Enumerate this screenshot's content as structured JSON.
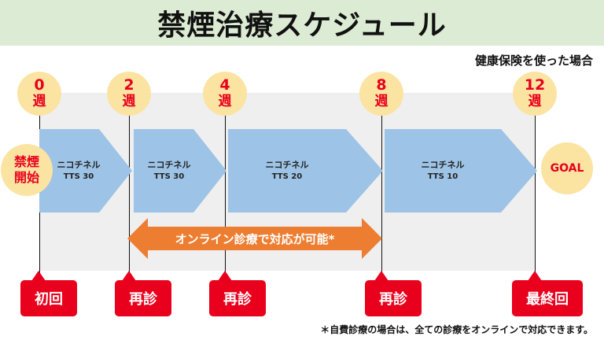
{
  "title": "禁煙治療スケジュール",
  "subtitle": "健康保険を使った場合",
  "weeks": [
    {
      "num": "0",
      "unit": "週"
    },
    {
      "num": "2",
      "unit": "週"
    },
    {
      "num": "4",
      "unit": "週"
    },
    {
      "num": "8",
      "unit": "週"
    },
    {
      "num": "12",
      "unit": "週"
    }
  ],
  "start_label": [
    "禁煙",
    "開始"
  ],
  "goal_label": "GOAL",
  "treatments": [
    {
      "name": "ニコチネル",
      "dose": "TTS 30"
    },
    {
      "name": "ニコチネル",
      "dose": "TTS 30"
    },
    {
      "name": "ニコチネル",
      "dose": "TTS 20"
    },
    {
      "name": "ニコチネル",
      "dose": "TTS 10"
    }
  ],
  "online_label": "オンライン診療で対応が可能*",
  "visits": [
    "初回",
    "再診",
    "再診",
    "再診",
    "最終回"
  ],
  "footnote": "＊自費診療の場合は、全ての診療をオンラインで対応できます。",
  "colors": {
    "title_bg": "#dcebd3",
    "week_circle": "#fbe3a2",
    "accent_red": "#e8001c",
    "chevron_blue": "#9dc3e6",
    "online_orange": "#ed7d31",
    "panel_gray": "#efefef"
  }
}
